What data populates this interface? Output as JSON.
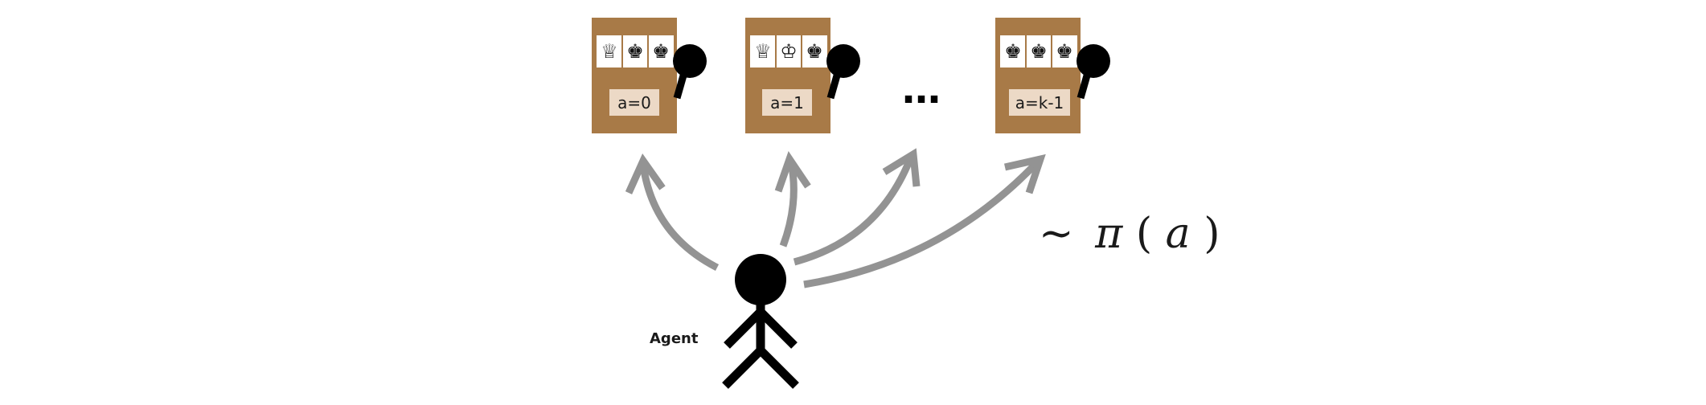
{
  "colors": {
    "machine_body": "#a87a47",
    "label_plate": "#ecd9c6",
    "reel_bg": "#ffffff",
    "arrow": "#939393",
    "ink": "#000000"
  },
  "machines": [
    {
      "label": "a=0",
      "reels": [
        "♕",
        "♚",
        "♚"
      ]
    },
    {
      "label": "a=1",
      "reels": [
        "♕",
        "♔",
        "♚"
      ]
    },
    {
      "label": "a=k-1",
      "reels": [
        "♚",
        "♚",
        "♚"
      ]
    }
  ],
  "ellipsis": "…",
  "agent_label": "Agent",
  "policy": {
    "tilde": "~",
    "pi": "π",
    "open": "(",
    "arg": "a",
    "close": ")"
  }
}
